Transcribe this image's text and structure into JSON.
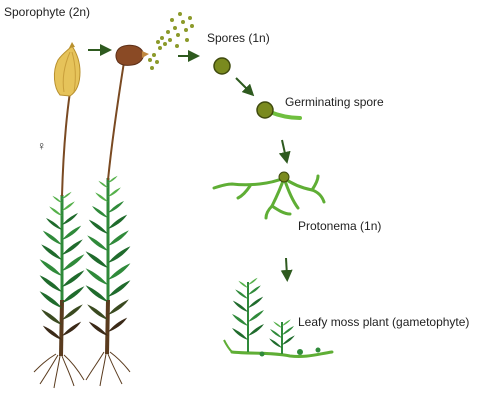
{
  "labels": {
    "sporophyte": "Sporophyte (2n)",
    "spores": "Spores (1n)",
    "germinating_spore": "Germinating spore",
    "protonema": "Protonema (1n)",
    "leafy_moss": "Leafy moss plant (gametophyte)"
  },
  "symbols": {
    "female": "♀"
  },
  "colors": {
    "leaf_dark": "#1f6b2c",
    "leaf_mid": "#2f8a3a",
    "leaf_light": "#55b04a",
    "stem_brown": "#5a3b1e",
    "capsule_yellow": "#e6c35a",
    "capsule_brown": "#8a4a25",
    "spore_olive": "#8c9a2a",
    "protonema_green": "#6fbf3f",
    "arrow": "#2e5a1f",
    "female_symbol": "#d9534f"
  }
}
